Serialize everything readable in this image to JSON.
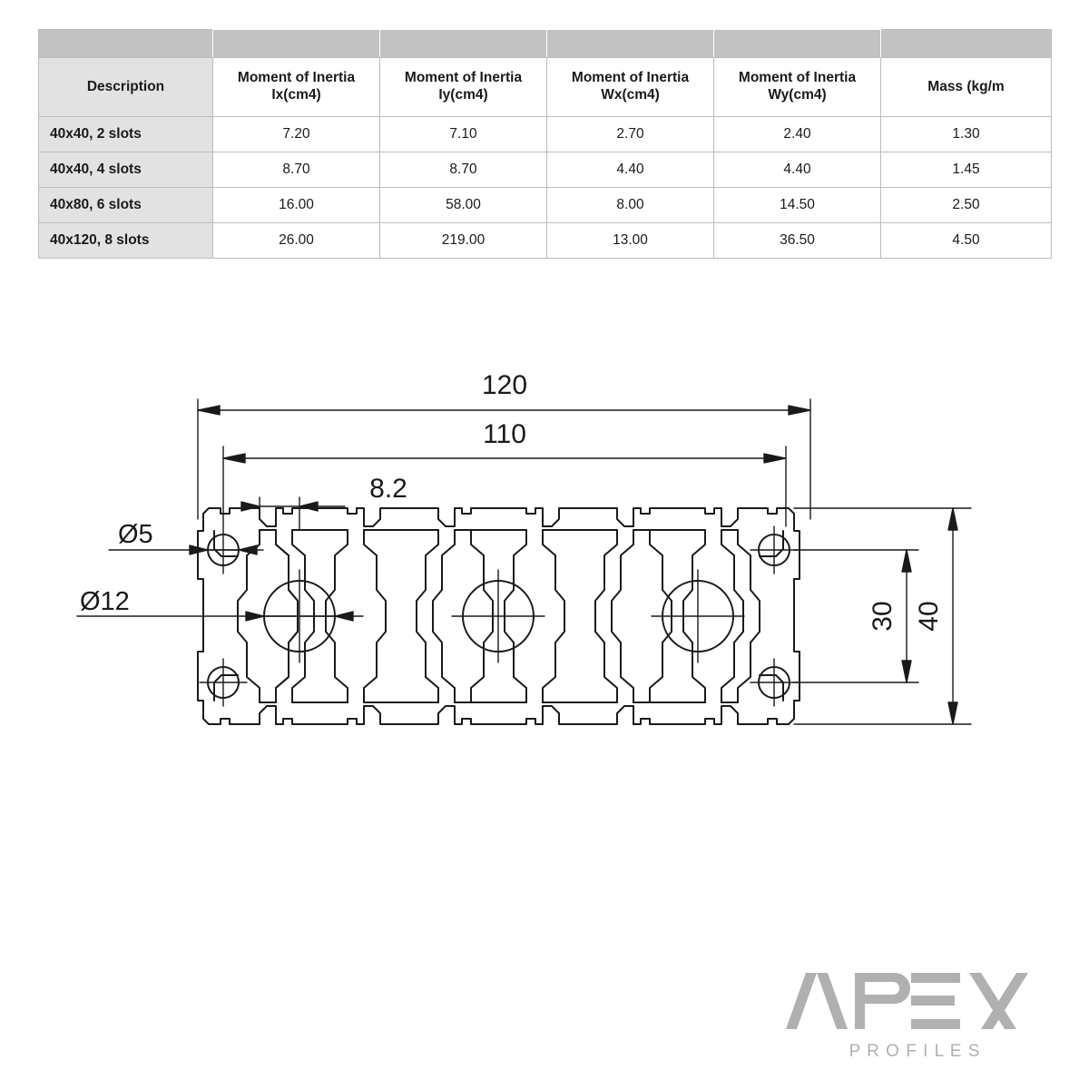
{
  "table": {
    "columns": [
      "Description",
      "Moment of Inertia Ix(cm4)",
      "Moment of Inertia Iy(cm4)",
      "Moment of Inertia Wx(cm4)",
      "Moment of Inertia Wy(cm4)",
      "Mass (kg/m"
    ],
    "header_lines": [
      [
        "Description",
        ""
      ],
      [
        "Moment of Inertia",
        "Ix(cm4)"
      ],
      [
        "Moment of Inertia",
        "Iy(cm4)"
      ],
      [
        "Moment of Inertia",
        "Wx(cm4)"
      ],
      [
        "Moment of Inertia",
        "Wy(cm4)"
      ],
      [
        "Mass (kg/m",
        ""
      ]
    ],
    "rows": [
      {
        "description": "40x40, 2 slots",
        "ix": "7.20",
        "iy": "7.10",
        "wx": "2.70",
        "wy": "2.40",
        "mass": "1.30"
      },
      {
        "description": "40x40, 4 slots",
        "ix": "8.70",
        "iy": "8.70",
        "wx": "4.40",
        "wy": "4.40",
        "mass": "1.45"
      },
      {
        "description": "40x80, 6 slots",
        "ix": "16.00",
        "iy": "58.00",
        "wx": "8.00",
        "wy": "14.50",
        "mass": "2.50"
      },
      {
        "description": "40x120, 8 slots",
        "ix": "26.00",
        "iy": "219.00",
        "wx": "13.00",
        "wy": "36.50",
        "mass": "4.50"
      }
    ],
    "colors": {
      "band": "#c2c2c2",
      "description_cell": "#e2e2e2",
      "grid": "#bdbdbd",
      "text": "#1a1a1a"
    }
  },
  "drawing": {
    "title": "40x120 8-slot aluminium extrusion cross-section",
    "dimensions": {
      "overall_width": "120",
      "hole_pitch_width": "110",
      "slot_opening": "8.2",
      "inner_height": "30",
      "overall_height": "40",
      "small_bore": "Ø5",
      "large_bore": "Ø12"
    },
    "line_color": "#1a1a1a"
  },
  "logo": {
    "brand": "APEX",
    "subtitle": "P R O F I L E S",
    "color": "#b0b0b0"
  }
}
